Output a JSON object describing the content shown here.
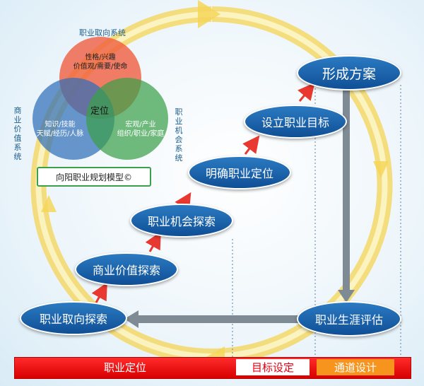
{
  "venn": {
    "top_label": "职业取向系统",
    "left_label": "商业价值系统",
    "right_label": "职业机会系统",
    "top_circle_text": [
      "性格/兴趣",
      "价值观/需要/使命"
    ],
    "left_circle_text": [
      "知识/技能",
      "天赋/经历/人脉"
    ],
    "right_circle_text": [
      "宏观/产业",
      "组织/职业/家庭"
    ],
    "center_text": "定位",
    "model_caption": "向阳职业规划模型©"
  },
  "steps": [
    "职业取向探索",
    "商业价值探索",
    "职业机会探索",
    "明确职业定位",
    "设立职业目标",
    "形成方案",
    "职业生涯评估"
  ],
  "bottom_bar": {
    "segment_1": "职业定位",
    "segment_2": "目标设定",
    "segment_3": "通道设计"
  },
  "colors": {
    "node_blue": "#1565b0",
    "venn_top": "#f05a3c",
    "venn_left": "#2f6fb8",
    "venn_right": "#3aa04a",
    "ring_yellow": "#f5d65a",
    "bar_red": "#e60012",
    "bar_orange": "#f7941d"
  }
}
